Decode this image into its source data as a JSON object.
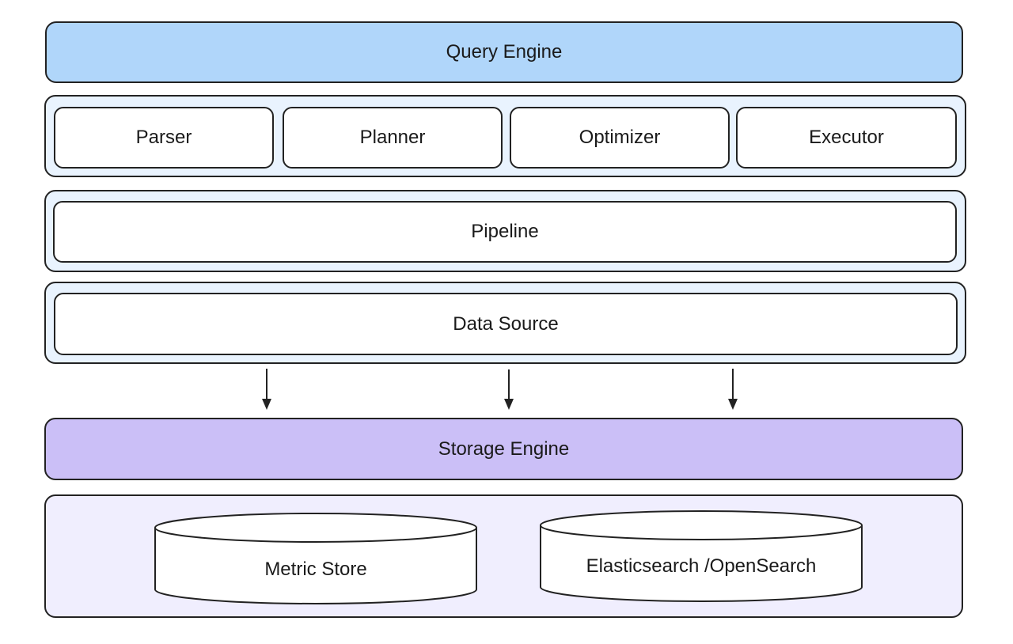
{
  "query_engine": {
    "label": "Query Engine"
  },
  "components": {
    "parser": "Parser",
    "planner": "Planner",
    "optimizer": "Optimizer",
    "executor": "Executor"
  },
  "pipeline": {
    "label": "Pipeline"
  },
  "data_source": {
    "label": "Data Source"
  },
  "storage_engine": {
    "label": "Storage Engine"
  },
  "stores": {
    "metric": "Metric Store",
    "search": "Elasticsearch /OpenSearch"
  },
  "colors": {
    "query_engine_fill": "#b0d6fa",
    "group_fill": "#e9f3fe",
    "storage_engine_fill": "#cbbff7",
    "storage_group_fill": "#f0eefe",
    "stroke": "#222222"
  }
}
